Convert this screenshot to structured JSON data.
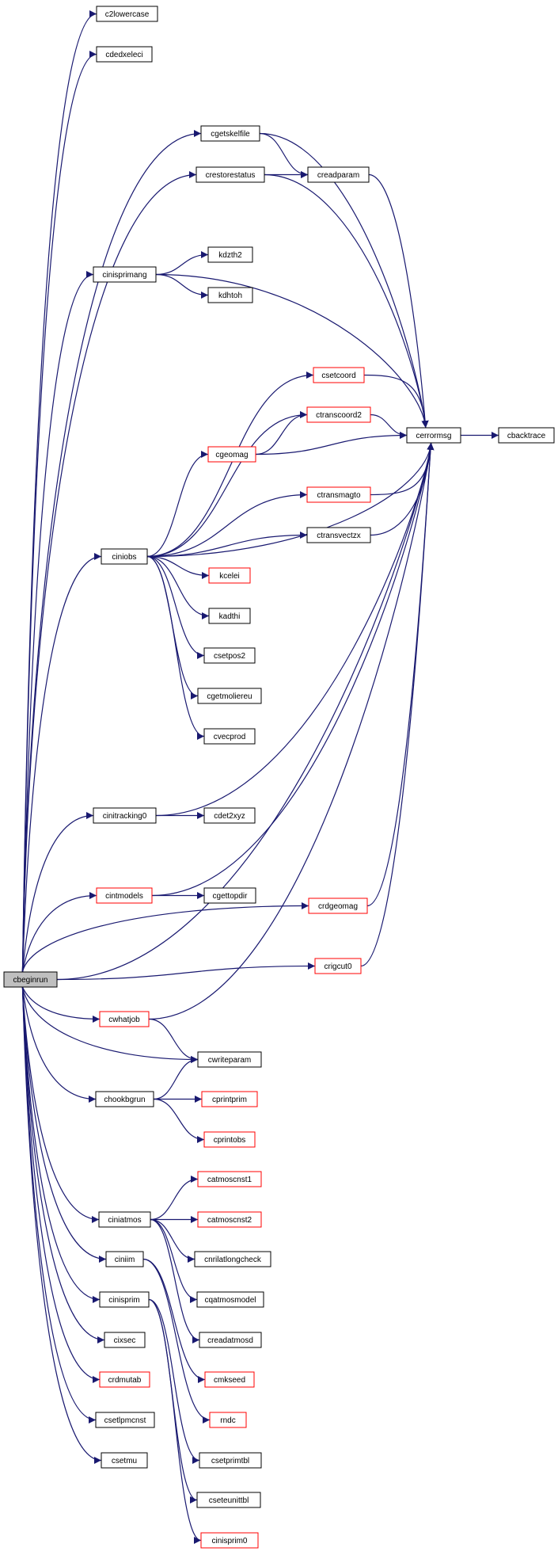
{
  "diagram": {
    "title": "",
    "colors": {
      "edge": "#191970",
      "border_default": "#000000",
      "border_incomplete": "#ff0000",
      "root_fill": "#bfbfbf",
      "node_fill": "#ffffff"
    },
    "nodes": [
      {
        "id": "cbeginrun",
        "label": "cbeginrun",
        "style": "root"
      },
      {
        "id": "c2lowercase",
        "label": "c2lowercase",
        "style": "default"
      },
      {
        "id": "cdedxeleci",
        "label": "cdedxeleci",
        "style": "default"
      },
      {
        "id": "cgetskelfile",
        "label": "cgetskelfile",
        "style": "default"
      },
      {
        "id": "crestorestatus",
        "label": "crestorestatus",
        "style": "default"
      },
      {
        "id": "creadparam",
        "label": "creadparam",
        "style": "default"
      },
      {
        "id": "cinisprimang",
        "label": "cinisprimang",
        "style": "default"
      },
      {
        "id": "kdzth2",
        "label": "kdzth2",
        "style": "default"
      },
      {
        "id": "kdhtoh",
        "label": "kdhtoh",
        "style": "default"
      },
      {
        "id": "csetcoord",
        "label": "csetcoord",
        "style": "incomplete"
      },
      {
        "id": "ctranscoord2",
        "label": "ctranscoord2",
        "style": "incomplete"
      },
      {
        "id": "cerrormsg",
        "label": "cerrormsg",
        "style": "default"
      },
      {
        "id": "cbacktrace",
        "label": "cbacktrace",
        "style": "default"
      },
      {
        "id": "cgeomag",
        "label": "cgeomag",
        "style": "incomplete"
      },
      {
        "id": "ctransmagto",
        "label": "ctransmagto",
        "style": "incomplete"
      },
      {
        "id": "ctransvectzx",
        "label": "ctransvectzx",
        "style": "default"
      },
      {
        "id": "ciniobs",
        "label": "ciniobs",
        "style": "default"
      },
      {
        "id": "kcelei",
        "label": "kcelei",
        "style": "incomplete"
      },
      {
        "id": "kadthi",
        "label": "kadthi",
        "style": "default"
      },
      {
        "id": "csetpos2",
        "label": "csetpos2",
        "style": "default"
      },
      {
        "id": "cgetmoliereu",
        "label": "cgetmoliereu",
        "style": "default"
      },
      {
        "id": "cvecprod",
        "label": "cvecprod",
        "style": "default"
      },
      {
        "id": "cinitracking0",
        "label": "cinitracking0",
        "style": "default"
      },
      {
        "id": "cdet2xyz",
        "label": "cdet2xyz",
        "style": "default"
      },
      {
        "id": "cintmodels",
        "label": "cintmodels",
        "style": "incomplete"
      },
      {
        "id": "cgettopdir",
        "label": "cgettopdir",
        "style": "default"
      },
      {
        "id": "crdgeomag",
        "label": "crdgeomag",
        "style": "incomplete"
      },
      {
        "id": "crigcut0",
        "label": "crigcut0",
        "style": "incomplete"
      },
      {
        "id": "cwhatjob",
        "label": "cwhatjob",
        "style": "incomplete"
      },
      {
        "id": "cwriteparam",
        "label": "cwriteparam",
        "style": "default"
      },
      {
        "id": "chookbgrun",
        "label": "chookbgrun",
        "style": "default"
      },
      {
        "id": "cprintprim",
        "label": "cprintprim",
        "style": "incomplete"
      },
      {
        "id": "cprintobs",
        "label": "cprintobs",
        "style": "incomplete"
      },
      {
        "id": "catmoscnst1",
        "label": "catmoscnst1",
        "style": "incomplete"
      },
      {
        "id": "catmoscnst2",
        "label": "catmoscnst2",
        "style": "incomplete"
      },
      {
        "id": "ciniatmos",
        "label": "ciniatmos",
        "style": "default"
      },
      {
        "id": "cnrilatlongcheck",
        "label": "cnrilatlongcheck",
        "style": "default"
      },
      {
        "id": "ciniim",
        "label": "ciniim",
        "style": "default"
      },
      {
        "id": "cqatmosmodel",
        "label": "cqatmosmodel",
        "style": "default"
      },
      {
        "id": "cinisprim",
        "label": "cinisprim",
        "style": "default"
      },
      {
        "id": "creadatmosd",
        "label": "creadatmosd",
        "style": "default"
      },
      {
        "id": "cixsec",
        "label": "cixsec",
        "style": "default"
      },
      {
        "id": "cmkseed",
        "label": "cmkseed",
        "style": "incomplete"
      },
      {
        "id": "crdmutab",
        "label": "crdmutab",
        "style": "incomplete"
      },
      {
        "id": "rndc",
        "label": "rndc",
        "style": "incomplete"
      },
      {
        "id": "csetlpmcnst",
        "label": "csetlpmcnst",
        "style": "default"
      },
      {
        "id": "csetprimtbl",
        "label": "csetprimtbl",
        "style": "default"
      },
      {
        "id": "csetmu",
        "label": "csetmu",
        "style": "default"
      },
      {
        "id": "cseteunittbl",
        "label": "cseteunittbl",
        "style": "default"
      },
      {
        "id": "cinisprim0",
        "label": "cinisprim0",
        "style": "incomplete"
      }
    ],
    "edges": [
      [
        "cbeginrun",
        "c2lowercase"
      ],
      [
        "cbeginrun",
        "cdedxeleci"
      ],
      [
        "cbeginrun",
        "cerrormsg"
      ],
      [
        "cbeginrun",
        "cgetskelfile"
      ],
      [
        "cbeginrun",
        "crestorestatus"
      ],
      [
        "cbeginrun",
        "cinisprimang"
      ],
      [
        "cbeginrun",
        "ciniobs"
      ],
      [
        "cbeginrun",
        "cinitracking0"
      ],
      [
        "cbeginrun",
        "cintmodels"
      ],
      [
        "cbeginrun",
        "crdgeomag"
      ],
      [
        "cbeginrun",
        "crigcut0"
      ],
      [
        "cbeginrun",
        "cwhatjob"
      ],
      [
        "cbeginrun",
        "cwriteparam"
      ],
      [
        "cbeginrun",
        "chookbgrun"
      ],
      [
        "cbeginrun",
        "ciniatmos"
      ],
      [
        "cbeginrun",
        "ciniim"
      ],
      [
        "cbeginrun",
        "cinisprim"
      ],
      [
        "cbeginrun",
        "cixsec"
      ],
      [
        "cbeginrun",
        "crdmutab"
      ],
      [
        "cbeginrun",
        "csetlpmcnst"
      ],
      [
        "cbeginrun",
        "csetmu"
      ],
      [
        "cgetskelfile",
        "creadparam"
      ],
      [
        "cgetskelfile",
        "cerrormsg"
      ],
      [
        "crestorestatus",
        "creadparam"
      ],
      [
        "crestorestatus",
        "cerrormsg"
      ],
      [
        "creadparam",
        "cerrormsg"
      ],
      [
        "cinisprimang",
        "cerrormsg"
      ],
      [
        "cinisprimang",
        "kdzth2"
      ],
      [
        "cinisprimang",
        "kdhtoh"
      ],
      [
        "csetcoord",
        "cerrormsg"
      ],
      [
        "ctranscoord2",
        "cerrormsg"
      ],
      [
        "cgeomag",
        "ctranscoord2"
      ],
      [
        "cgeomag",
        "cerrormsg"
      ],
      [
        "ctransmagto",
        "cerrormsg"
      ],
      [
        "ctransvectzx",
        "cerrormsg"
      ],
      [
        "cerrormsg",
        "cbacktrace"
      ],
      [
        "ciniobs",
        "cerrormsg"
      ],
      [
        "ciniobs",
        "csetcoord"
      ],
      [
        "ciniobs",
        "ctranscoord2"
      ],
      [
        "ciniobs",
        "cgeomag"
      ],
      [
        "ciniobs",
        "ctransmagto"
      ],
      [
        "ciniobs",
        "ctransvectzx"
      ],
      [
        "ciniobs",
        "kcelei"
      ],
      [
        "ciniobs",
        "kadthi"
      ],
      [
        "ciniobs",
        "csetpos2"
      ],
      [
        "ciniobs",
        "cgetmoliereu"
      ],
      [
        "ciniobs",
        "cvecprod"
      ],
      [
        "cinitracking0",
        "cerrormsg"
      ],
      [
        "cinitracking0",
        "cdet2xyz"
      ],
      [
        "cintmodels",
        "cerrormsg"
      ],
      [
        "cintmodels",
        "cgettopdir"
      ],
      [
        "crdgeomag",
        "cerrormsg"
      ],
      [
        "crigcut0",
        "cerrormsg"
      ],
      [
        "cwhatjob",
        "cerrormsg"
      ],
      [
        "cwhatjob",
        "cwriteparam"
      ],
      [
        "chookbgrun",
        "cwriteparam"
      ],
      [
        "chookbgrun",
        "cprintprim"
      ],
      [
        "chookbgrun",
        "cprintobs"
      ],
      [
        "ciniatmos",
        "catmoscnst1"
      ],
      [
        "ciniatmos",
        "catmoscnst2"
      ],
      [
        "ciniatmos",
        "cnrilatlongcheck"
      ],
      [
        "ciniatmos",
        "cqatmosmodel"
      ],
      [
        "ciniatmos",
        "creadatmosd"
      ],
      [
        "ciniim",
        "cmkseed"
      ],
      [
        "ciniim",
        "rndc"
      ],
      [
        "cinisprim",
        "csetprimtbl"
      ],
      [
        "cinisprim",
        "cseteunittbl"
      ],
      [
        "cinisprim",
        "cinisprim0"
      ]
    ]
  }
}
